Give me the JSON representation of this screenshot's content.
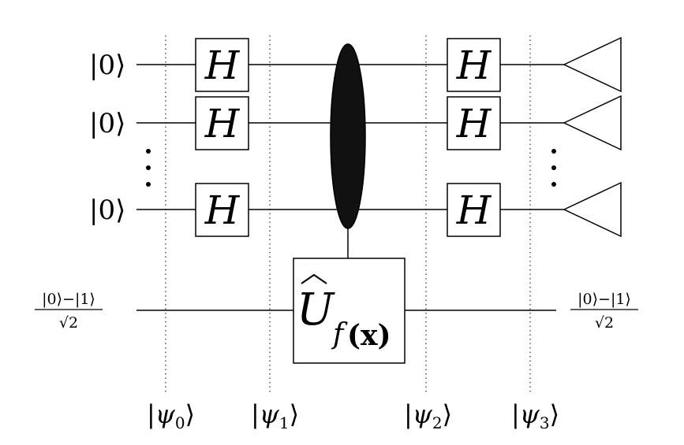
{
  "diagram": {
    "inputs": [
      "|0⟩",
      "|0⟩",
      "|0⟩"
    ],
    "ancilla_in": {
      "numerator": "|0⟩−|1⟩",
      "denominator": "√2"
    },
    "ancilla_out": {
      "numerator": "|0⟩−|1⟩",
      "denominator": "√2"
    },
    "gate_label": "H",
    "oracle": {
      "symbol": "U",
      "hat": "^",
      "subscript_f": "f",
      "subscript_arg": "(x)"
    },
    "states": [
      {
        "psi": "ψ",
        "index": "0"
      },
      {
        "psi": "ψ",
        "index": "1"
      },
      {
        "psi": "ψ",
        "index": "2"
      },
      {
        "psi": "ψ",
        "index": "3"
      }
    ],
    "bar_left": "|",
    "ket_right": "⟩"
  }
}
